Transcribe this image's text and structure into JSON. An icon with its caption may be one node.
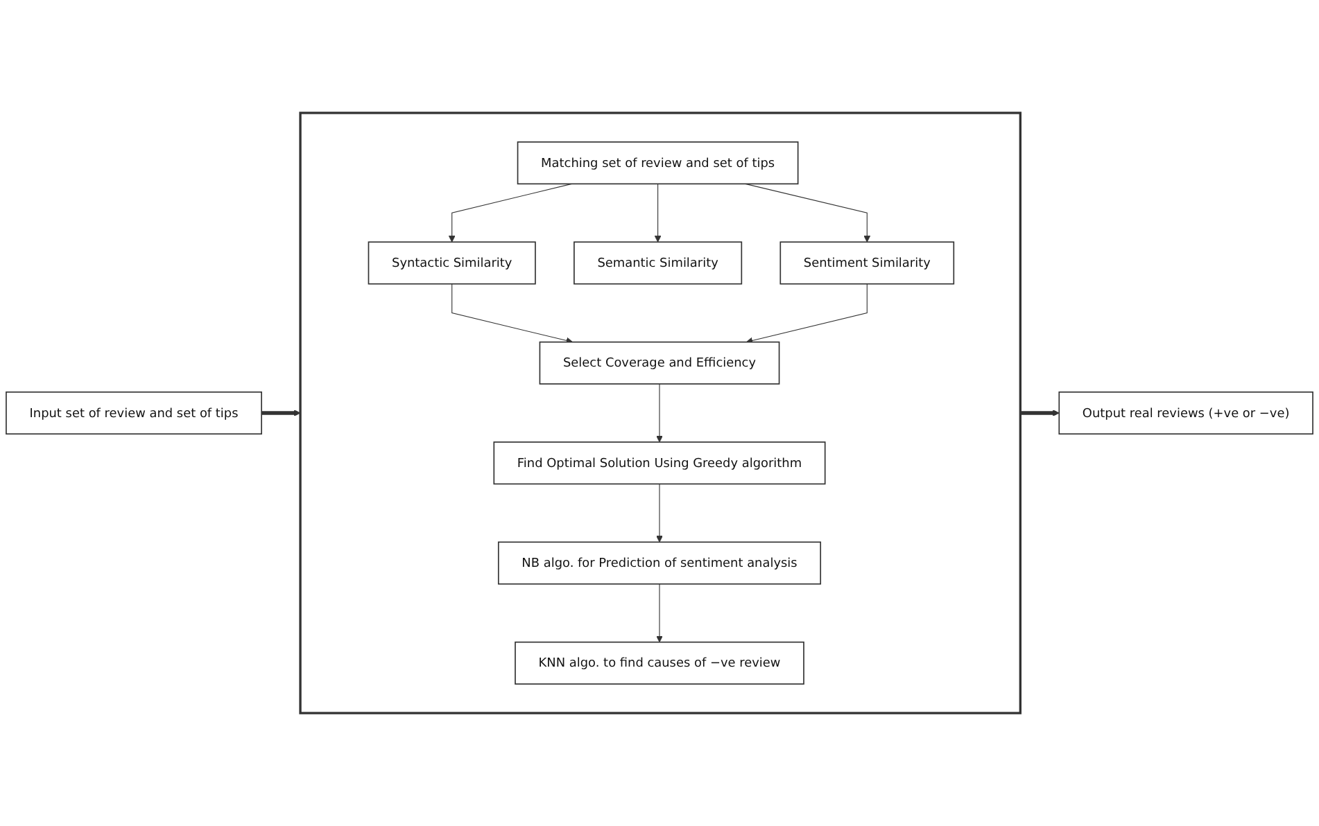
{
  "diagram": {
    "nodes": [
      {
        "text": [
          "Input set of review and set of tips"
        ]
      },
      {
        "text": [],
        "shape": "box"
      },
      {
        "text": [
          "Matching set of review and set of tips"
        ],
        "in": 1
      },
      {
        "text": [
          "Syntactic Similarity"
        ],
        "in": 1
      },
      {
        "text": [
          "Semantic Similarity"
        ],
        "in": 1
      },
      {
        "text": [
          "Sentiment Similarity"
        ],
        "in": 1
      },
      {
        "text": [
          "Select Coverage and Efficiency"
        ],
        "in": 1
      },
      {
        "text": [
          "Find Optimal Solution Using Greedy algorithm"
        ],
        "in": 1
      },
      {
        "text": [
          "NB algo. for Prediction of sentiment analysis"
        ],
        "in": 1
      },
      {
        "text": [
          "KNN algo. to find causes of −ve review"
        ],
        "in": 1
      },
      {
        "text": [
          "Output real reviews (+ve or −ve)"
        ]
      }
    ],
    "edges": [
      {
        "from": 0,
        "to": 1,
        "arrow": "to",
        "style": "thick"
      },
      {
        "from": 2,
        "to": 3,
        "arrow": "to"
      },
      {
        "from": 2,
        "to": 4,
        "arrow": "to"
      },
      {
        "from": 2,
        "to": 5,
        "arrow": "to"
      },
      {
        "from": 3,
        "to": 6,
        "arrow": "to"
      },
      {
        "from": 5,
        "to": 6,
        "arrow": "to"
      },
      {
        "from": 6,
        "to": 7,
        "arrow": "to"
      },
      {
        "from": 7,
        "to": 8,
        "arrow": "to"
      },
      {
        "from": 8,
        "to": 9,
        "arrow": "to"
      },
      {
        "from": 1,
        "to": 10,
        "arrow": "to",
        "style": "thick"
      }
    ]
  }
}
